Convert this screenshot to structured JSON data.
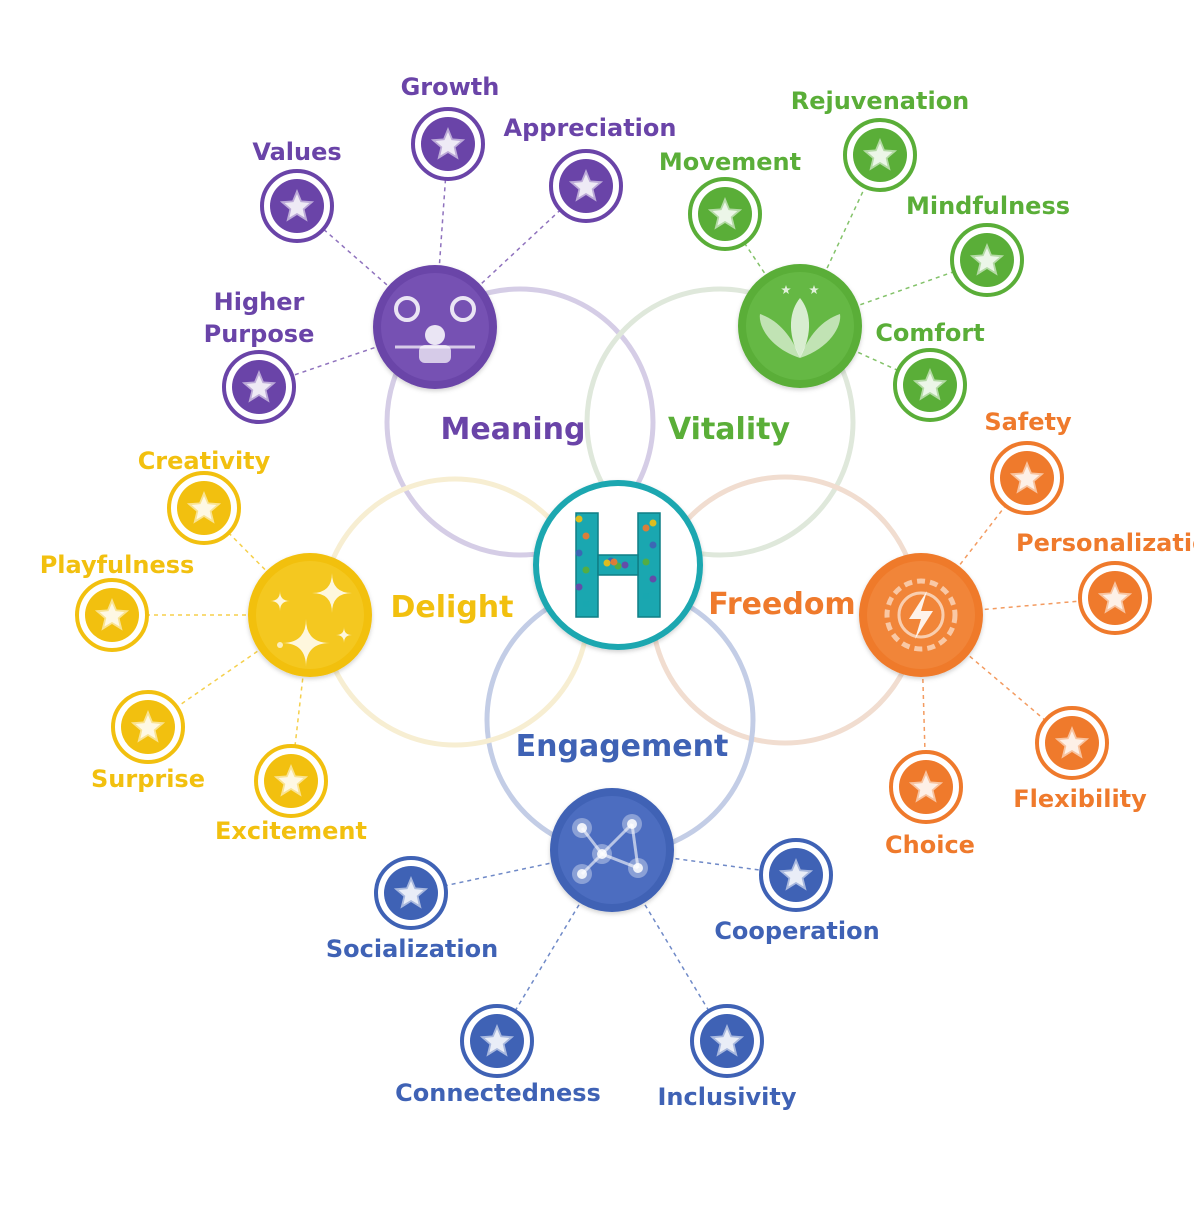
{
  "center": {
    "letter": "H",
    "color": "#1aa7b0"
  },
  "groups": [
    {
      "id": "meaning",
      "label": "Meaning",
      "color": "#6a44a8",
      "light": "#8c68c8",
      "ring": "#d5cde6",
      "icon": "people-gears-icon",
      "items": [
        "Values",
        "Growth",
        "Appreciation",
        "Higher Purpose"
      ]
    },
    {
      "id": "vitality",
      "label": "Vitality",
      "color": "#5aae38",
      "light": "#7ccb5b",
      "ring": "#dfe8db",
      "icon": "lotus-icon",
      "items": [
        "Movement",
        "Rejuvenation",
        "Mindfulness",
        "Comfort"
      ]
    },
    {
      "id": "freedom",
      "label": "Freedom",
      "color": "#ef7a2c",
      "light": "#f79a57",
      "ring": "#f1ddd0",
      "icon": "lightning-gear-icon",
      "items": [
        "Safety",
        "Personalizatio",
        "Flexibility",
        "Choice"
      ]
    },
    {
      "id": "engagement",
      "label": "Engagement",
      "color": "#3f62b5",
      "light": "#6583d3",
      "ring": "#c3cde6",
      "icon": "network-icon",
      "items": [
        "Socialization",
        "Cooperation",
        "Connectedness",
        "Inclusivity"
      ]
    },
    {
      "id": "delight",
      "label": "Delight",
      "color": "#f2c00f",
      "light": "#f9d845",
      "ring": "#f7eed2",
      "icon": "sparkles-icon",
      "items": [
        "Creativity",
        "Playfulness",
        "Surprise",
        "Excitement"
      ]
    }
  ]
}
